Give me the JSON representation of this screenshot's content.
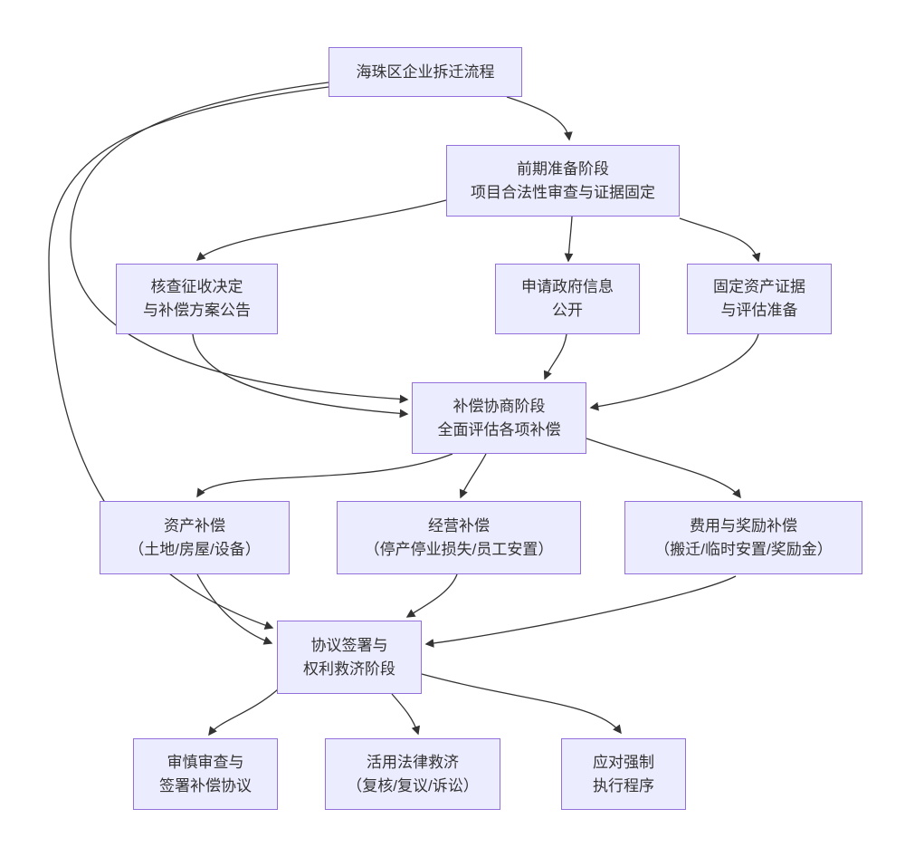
{
  "diagram": {
    "title": "海珠区企业拆迁流程",
    "type": "flowchart-top-down",
    "colors": {
      "background": "#FFFFFF",
      "node_fill": "#ECECFF",
      "node_border": "#9370DB",
      "edge_color": "#333333",
      "text_color": "#333333"
    },
    "nodes": {
      "A": {
        "line1": "海珠区企业拆迁流程",
        "line2": ""
      },
      "B": {
        "line1": "前期准备阶段",
        "line2": "项目合法性审查与证据固定"
      },
      "C": {
        "line1": "核查征收决定",
        "line2": "与补偿方案公告"
      },
      "D": {
        "line1": "申请政府信息",
        "line2": "公开"
      },
      "F": {
        "line1": "固定资产证据",
        "line2": "与评估准备"
      },
      "E": {
        "line1": "补偿协商阶段",
        "line2": "全面评估各项补偿"
      },
      "G": {
        "line1": "资产补偿",
        "line2": "（土地/房屋/设备）"
      },
      "H": {
        "line1": "经营补偿",
        "line2": "（停产停业损失/员工安置）"
      },
      "J": {
        "line1": "费用与奖励补偿",
        "line2": "（搬迁/临时安置/奖励金）"
      },
      "I": {
        "line1": "协议签署与",
        "line2": "权利救济阶段"
      },
      "K": {
        "line1": "审慎审查与",
        "line2": "签署补偿协议"
      },
      "L": {
        "line1": "活用法律救济",
        "line2": "（复核/复议/诉讼）"
      },
      "M": {
        "line1": "应对强制",
        "line2": "执行程序"
      }
    },
    "edges": [
      {
        "from": "A",
        "to": "B"
      },
      {
        "from": "B",
        "to": "C"
      },
      {
        "from": "B",
        "to": "D"
      },
      {
        "from": "B",
        "to": "F"
      },
      {
        "from": "A",
        "to": "E"
      },
      {
        "from": "C",
        "to": "E"
      },
      {
        "from": "D",
        "to": "E"
      },
      {
        "from": "F",
        "to": "E"
      },
      {
        "from": "E",
        "to": "G"
      },
      {
        "from": "E",
        "to": "H"
      },
      {
        "from": "E",
        "to": "J"
      },
      {
        "from": "A",
        "to": "I"
      },
      {
        "from": "G",
        "to": "I"
      },
      {
        "from": "H",
        "to": "I"
      },
      {
        "from": "J",
        "to": "I"
      },
      {
        "from": "I",
        "to": "K"
      },
      {
        "from": "I",
        "to": "L"
      },
      {
        "from": "I",
        "to": "M"
      }
    ]
  }
}
